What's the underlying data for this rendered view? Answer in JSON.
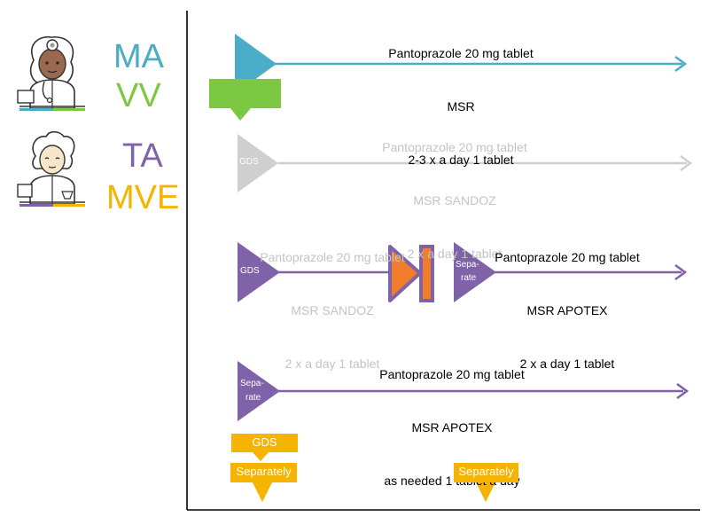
{
  "colors": {
    "teal": "#4aacc6",
    "green": "#7dc843",
    "purple": "#7f62a8",
    "gray": "#cfcfcf",
    "gray_text": "#c4c4c4",
    "orange": "#ef7d2c",
    "yellow": "#f4b400",
    "axis": "#000000"
  },
  "roles": {
    "ma": "MA",
    "vv": "VV",
    "ta": "TA",
    "mve": "MVE"
  },
  "avatars": [
    {
      "icon": "doctor-avatar-icon"
    },
    {
      "icon": "pharmacist-avatar-icon"
    }
  ],
  "medications": {
    "row1": {
      "name": "Pantoprazole 20 mg tablet",
      "type": "MSR",
      "dosage": "2-3 x a day 1 tablet"
    },
    "row2": {
      "name": "Pantoprazole 20 mg tablet",
      "type": "MSR SANDOZ",
      "dosage": "2 x a day 1 tablet"
    },
    "row3a": {
      "name": "Pantoprazole 20 mg tablet",
      "type": "MSR SANDOZ",
      "dosage": "2 x a day 1 tablet"
    },
    "row3b": {
      "name": "Pantoprazole 20 mg tablet",
      "type": "MSR APOTEX",
      "dosage": "2 x a day 1 tablet"
    },
    "row4": {
      "name": "Pantoprazole 20 mg tablet",
      "type": "MSR APOTEX",
      "dosage": "as needed 1 tablet a day"
    }
  },
  "markers": {
    "gds_row2": "GDS",
    "gds_row3": "GDS",
    "separate_row3": {
      "line1": "Sepa-",
      "line2": "rate"
    },
    "separate_row4": {
      "line1": "Sepa-",
      "line2": "rate"
    }
  },
  "tags": {
    "gds": "GDS",
    "separately_1": "Separately",
    "separately_2": "Separately"
  }
}
